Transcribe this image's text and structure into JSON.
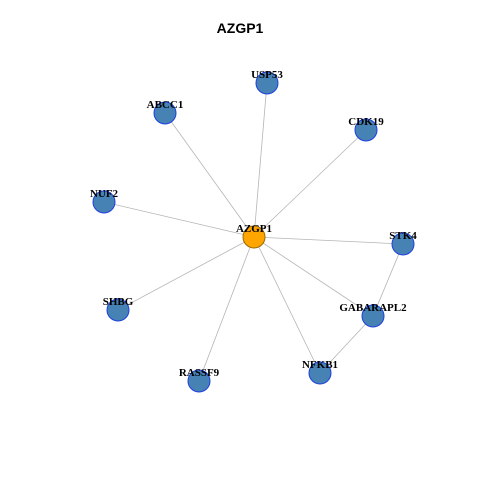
{
  "title": "AZGP1",
  "colors": {
    "center_fill": "#FFA500",
    "center_stroke": "#9A6A00",
    "node_fill": "#4682B4",
    "node_stroke": "#1F3FE0",
    "edge": "#B5B5B5"
  },
  "nodes": [
    {
      "id": "AZGP1",
      "label": "AZGP1",
      "role": "center"
    },
    {
      "id": "USP53",
      "label": "USP53",
      "role": "neighbor"
    },
    {
      "id": "ABCC1",
      "label": "ABCC1",
      "role": "neighbor"
    },
    {
      "id": "CDK19",
      "label": "CDK19",
      "role": "neighbor"
    },
    {
      "id": "NUF2",
      "label": "NUF2",
      "role": "neighbor"
    },
    {
      "id": "STK4",
      "label": "STK4",
      "role": "neighbor"
    },
    {
      "id": "SHBG",
      "label": "SHBG",
      "role": "neighbor"
    },
    {
      "id": "GABARAPL2",
      "label": "GABARAPL2",
      "role": "neighbor"
    },
    {
      "id": "RASSF9",
      "label": "RASSF9",
      "role": "neighbor"
    },
    {
      "id": "NFKB1",
      "label": "NFKB1",
      "role": "neighbor"
    }
  ],
  "edges": [
    [
      "AZGP1",
      "USP53"
    ],
    [
      "AZGP1",
      "ABCC1"
    ],
    [
      "AZGP1",
      "CDK19"
    ],
    [
      "AZGP1",
      "NUF2"
    ],
    [
      "AZGP1",
      "STK4"
    ],
    [
      "AZGP1",
      "SHBG"
    ],
    [
      "AZGP1",
      "GABARAPL2"
    ],
    [
      "AZGP1",
      "RASSF9"
    ],
    [
      "AZGP1",
      "NFKB1"
    ],
    [
      "STK4",
      "GABARAPL2"
    ],
    [
      "GABARAPL2",
      "NFKB1"
    ]
  ]
}
